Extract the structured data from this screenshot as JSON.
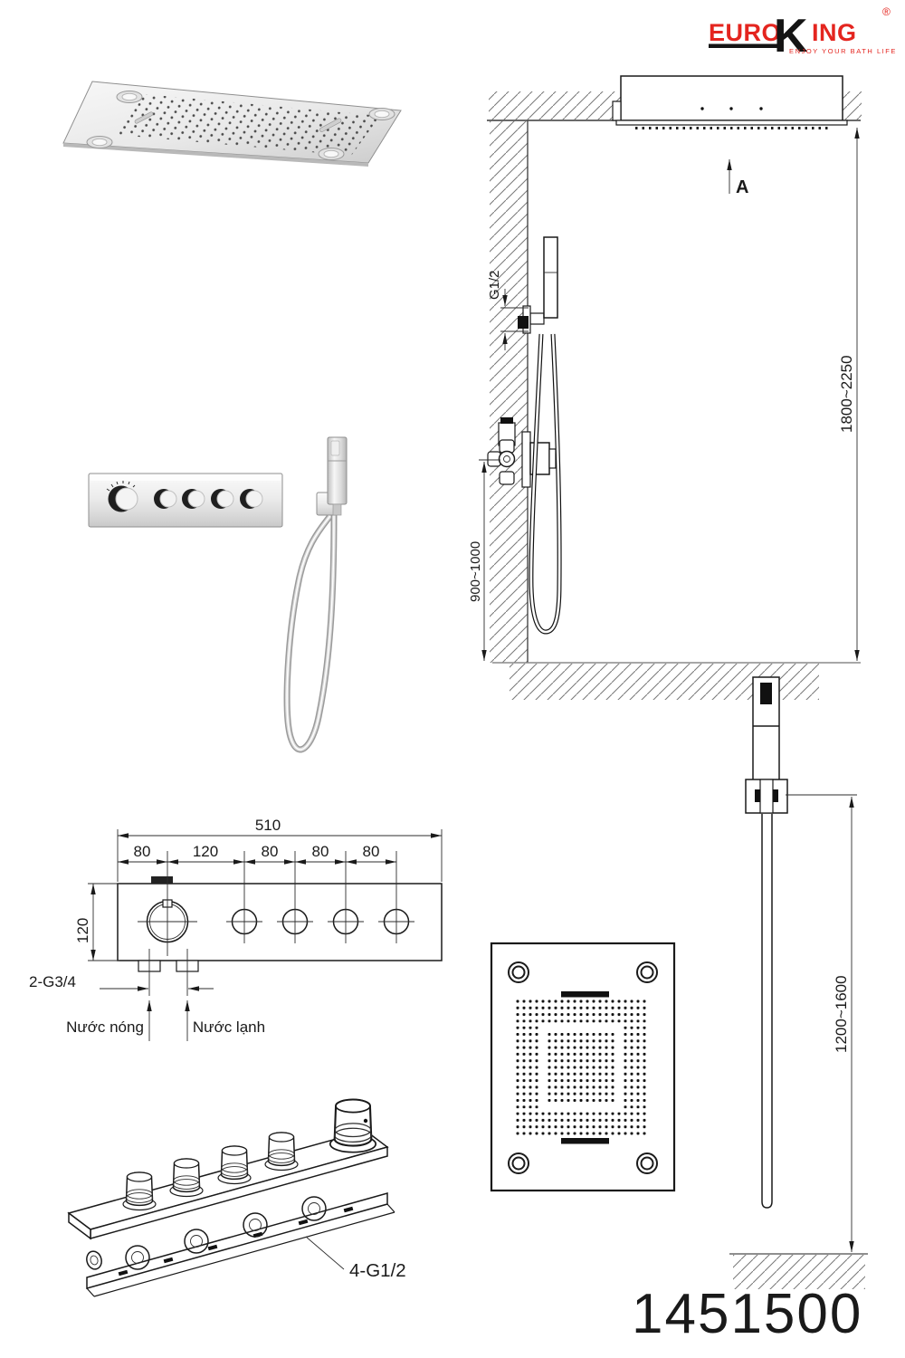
{
  "logo": {
    "euro": "EURO",
    "k": "K",
    "ing": "ING",
    "registered": "®",
    "tagline": "ENJOY YOUR BATH LIFE"
  },
  "product_code": "1451500",
  "installation_view": {
    "section_arrow_label": "A",
    "handshower_thread_label": "G1/2",
    "valve_height_range": "900~1000",
    "ceiling_height_range": "1800~2250"
  },
  "panel_drawing": {
    "total_width": "510",
    "segment_widths": [
      "80",
      "120",
      "80",
      "80",
      "80"
    ],
    "height": "120",
    "inlet_thread_label": "2-G3/4",
    "hot_water_label": "Nước nóng",
    "cold_water_label": "Nước lạnh"
  },
  "handshower_drawing": {
    "height_range": "1200~1600"
  },
  "valve_body_drawing": {
    "outlet_thread_label": "4-G1/2"
  },
  "colors": {
    "brand_red": "#e4251f",
    "line": "#1a1a1a"
  }
}
